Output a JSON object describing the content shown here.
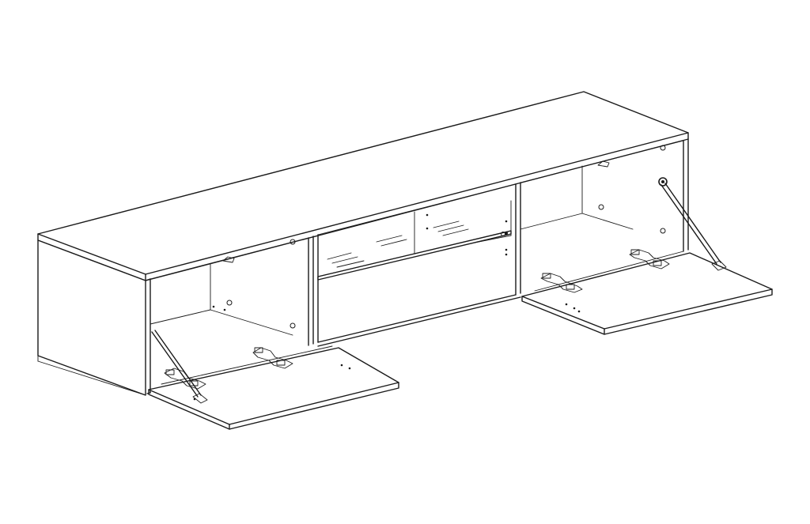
{
  "drawing": {
    "subject": "tv-cabinet-line-drawing",
    "stroke_color": "#1a1a1a",
    "background_color": "#ffffff",
    "compartments": [
      "left-compartment",
      "center-glass-shelf",
      "right-compartment"
    ],
    "doors": [
      "left-flap-door",
      "right-flap-door"
    ],
    "hardware": [
      "hinge",
      "gas-strut",
      "shelf-support-pin"
    ]
  }
}
